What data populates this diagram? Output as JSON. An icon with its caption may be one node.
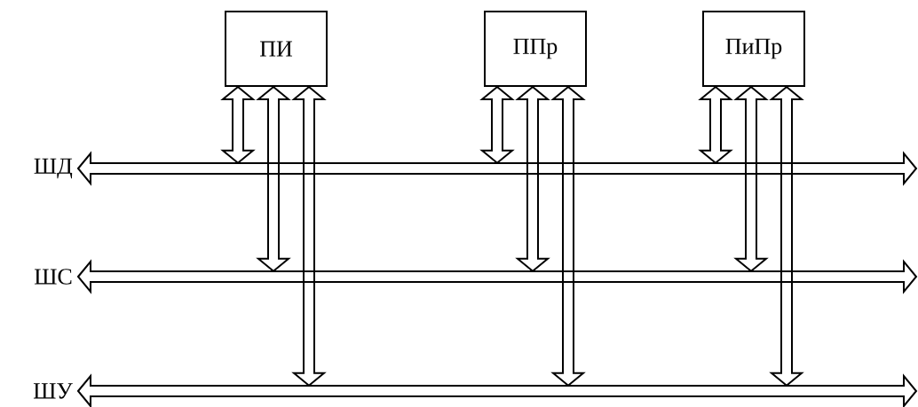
{
  "diagram": {
    "nodes": [
      {
        "text": [
          "ПИ"
        ]
      },
      {
        "text": [
          "ППр"
        ]
      },
      {
        "text": [
          "ПиПр"
        ]
      },
      {
        "text": [
          "ШД"
        ]
      },
      {
        "text": [
          "ШС"
        ]
      },
      {
        "text": [
          "ШУ"
        ]
      }
    ],
    "edges": [
      {
        "from": 0,
        "to": 3,
        "arrow": "both"
      },
      {
        "from": 0,
        "to": 4,
        "arrow": "both"
      },
      {
        "from": 0,
        "to": 5,
        "arrow": "both"
      },
      {
        "from": 1,
        "to": 3,
        "arrow": "both"
      },
      {
        "from": 1,
        "to": 4,
        "arrow": "both"
      },
      {
        "from": 1,
        "to": 5,
        "arrow": "both"
      },
      {
        "from": 2,
        "to": 3,
        "arrow": "both"
      },
      {
        "from": 2,
        "to": 4,
        "arrow": "both"
      },
      {
        "from": 2,
        "to": 5,
        "arrow": "both"
      }
    ]
  }
}
